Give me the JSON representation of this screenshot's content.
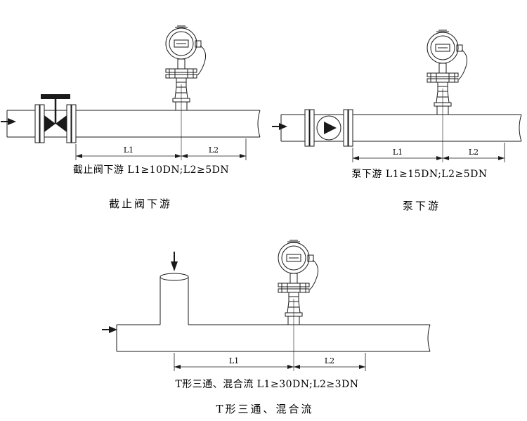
{
  "colors": {
    "ink": "#1a1a1a",
    "background": "#ffffff"
  },
  "diagrams": [
    {
      "id": "stop-valve-downstream",
      "title": "截止阀下游",
      "spec": "截止阀下游 L1≥10DN;L2≥5DN",
      "l1": "L1",
      "l2": "L2"
    },
    {
      "id": "pump-downstream",
      "title": "泵下游",
      "spec": "泵下游 L1≥15DN;L2≥5DN",
      "l1": "L1",
      "l2": "L2"
    },
    {
      "id": "tee-mixed-flow",
      "title": "T形三通、混合流",
      "spec": "T形三通、混合流 L1≥30DN;L2≥3DN",
      "l1": "L1",
      "l2": "L2"
    }
  ]
}
